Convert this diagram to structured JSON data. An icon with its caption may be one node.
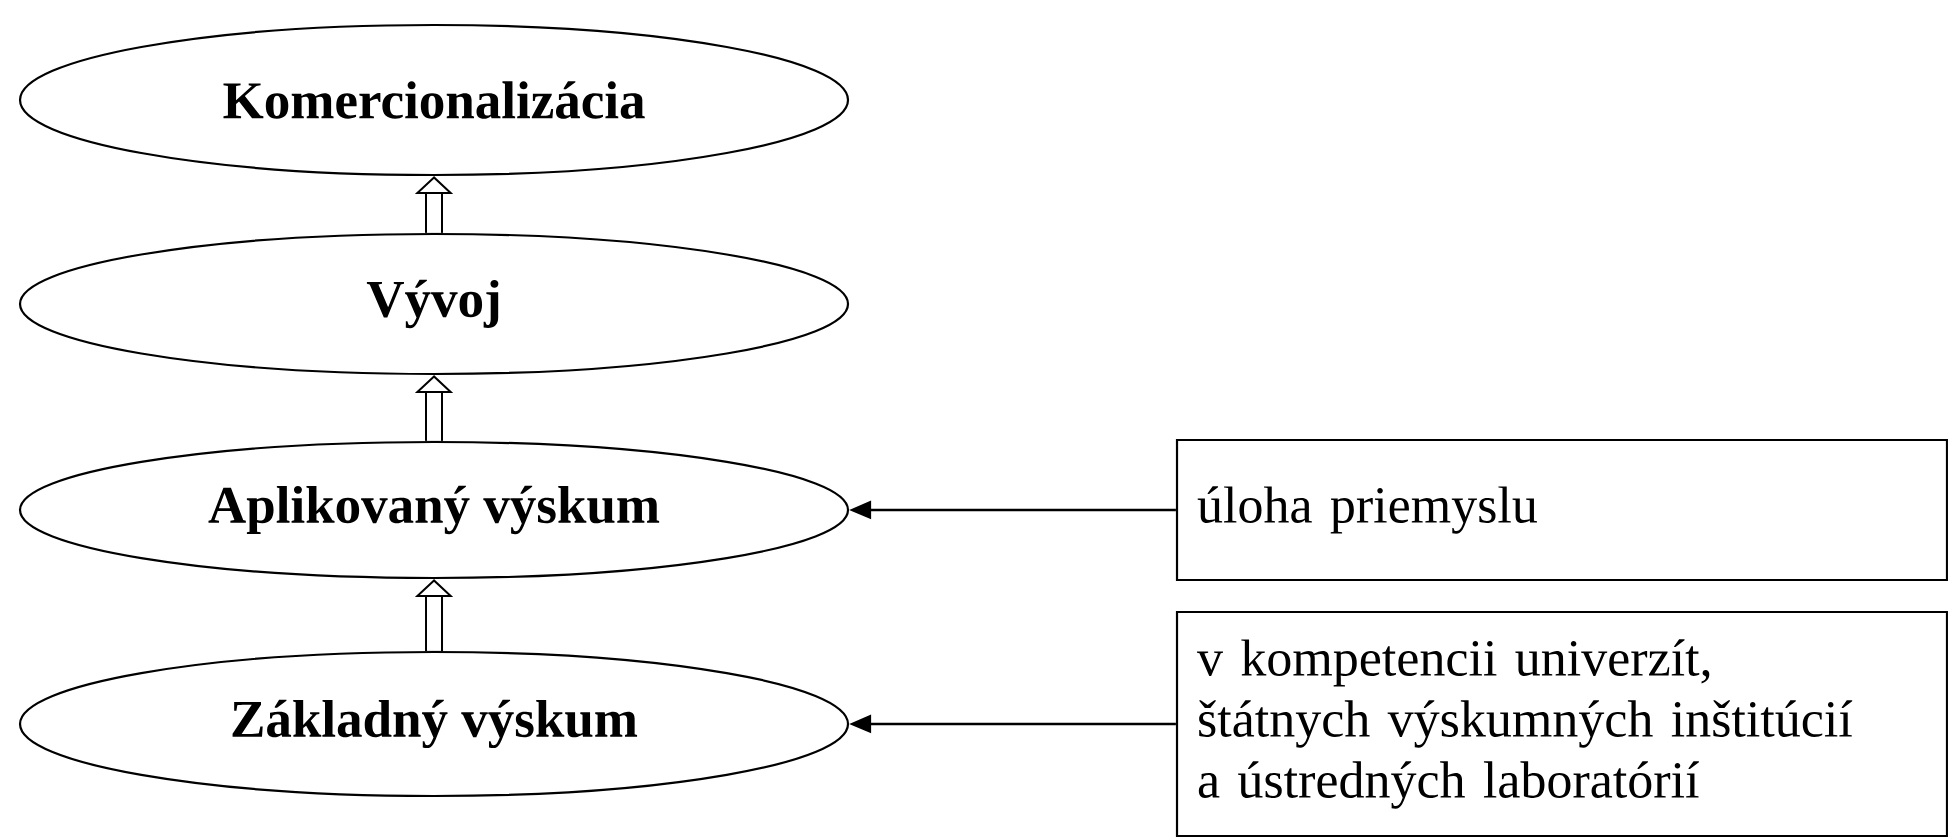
{
  "diagram": {
    "nodes": [
      {
        "text": [
          "Komercionalizácia"
        ]
      },
      {
        "text": [
          "Vývoj"
        ]
      },
      {
        "text": [
          "Aplikovaný výskum"
        ]
      },
      {
        "text": [
          "Základný výskum"
        ]
      },
      {
        "text": [
          "úloha priemyslu"
        ]
      },
      {
        "text": [
          "v kompetencii univerzít, štátnych výskumných inštitúcií a ústredných laboratórií"
        ]
      }
    ],
    "edges": [
      {
        "from": 1,
        "to": 0,
        "arrow": "to"
      },
      {
        "from": 2,
        "to": 1,
        "arrow": "to"
      },
      {
        "from": 3,
        "to": 2,
        "arrow": "to"
      },
      {
        "from": 4,
        "to": 2,
        "arrow": "to"
      },
      {
        "from": 5,
        "to": 3,
        "arrow": "to"
      }
    ]
  }
}
